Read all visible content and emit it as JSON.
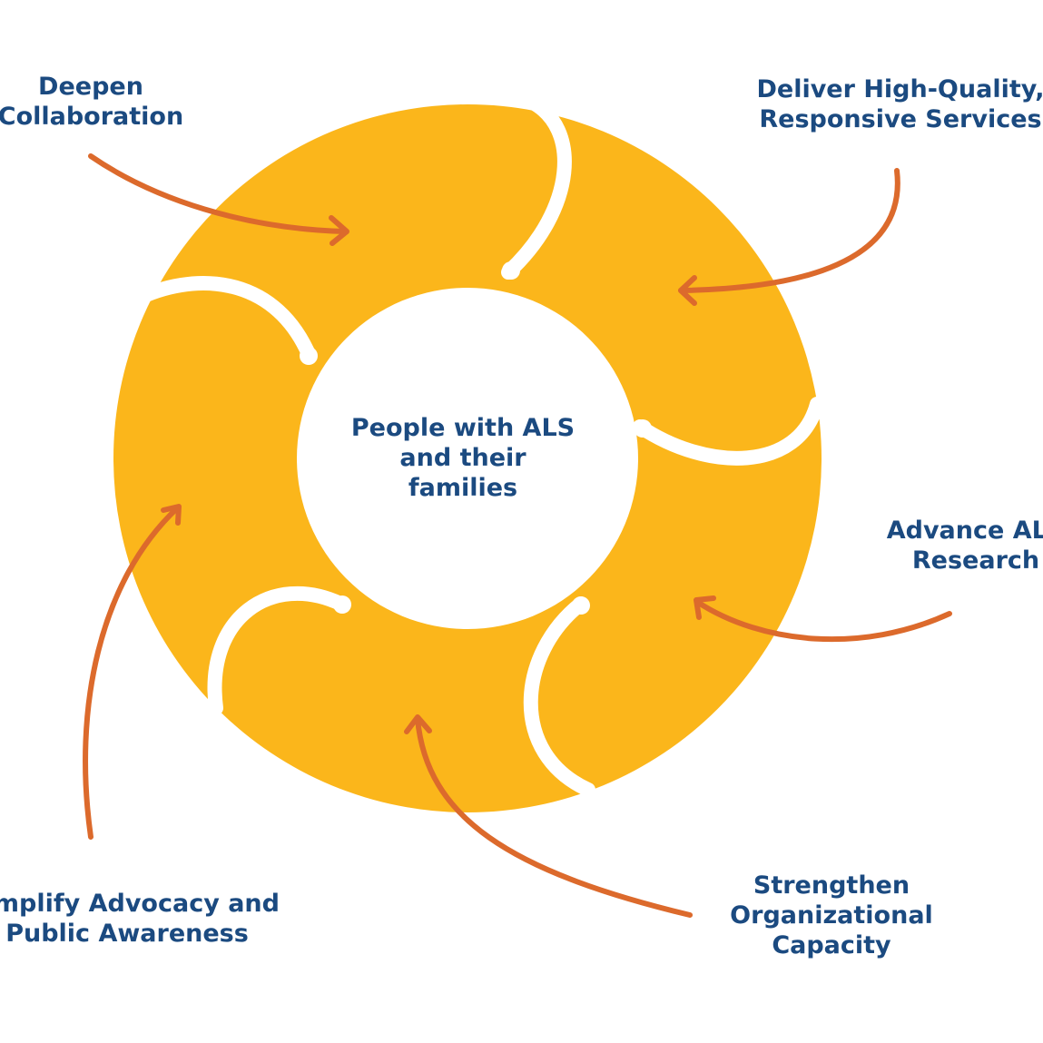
{
  "diagram": {
    "center": {
      "lines": [
        "People with ALS",
        "and their",
        "families"
      ]
    },
    "goals": [
      {
        "id": "deepen",
        "lines": [
          "Deepen",
          "Collaboration"
        ]
      },
      {
        "id": "deliver",
        "lines": [
          "Deliver High-Quality,",
          "Responsive Services"
        ]
      },
      {
        "id": "research",
        "lines": [
          "Advance ALS",
          "Research"
        ]
      },
      {
        "id": "strengthen",
        "lines": [
          "Strengthen",
          "Organizational",
          "Capacity"
        ]
      },
      {
        "id": "amplify",
        "lines": [
          "Amplify Advocacy and",
          "Public Awareness"
        ]
      }
    ]
  },
  "colors": {
    "ring": "#fbb61b",
    "arrow": "#dc6a2c",
    "text": "#1b4a80",
    "background": "#ffffff"
  }
}
